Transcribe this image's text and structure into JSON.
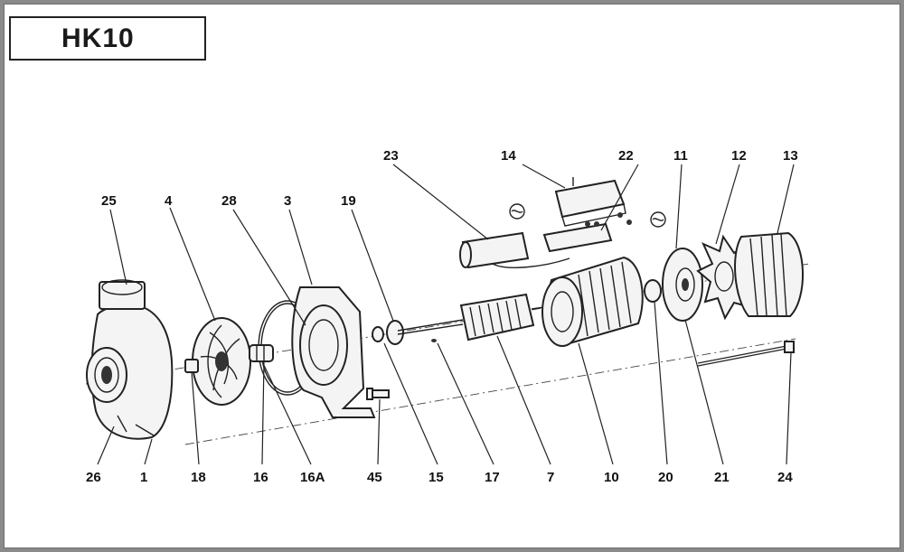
{
  "title": "HK10",
  "colors": {
    "background": "#ffffff",
    "frame": "#8a8a8a",
    "ink": "#222222"
  },
  "labels": {
    "l25": "25",
    "l4": "4",
    "l28": "28",
    "l3": "3",
    "l19": "19",
    "l23": "23",
    "l14": "14",
    "l22": "22",
    "l11": "11",
    "l12": "12",
    "l13": "13",
    "l26": "26",
    "l1": "1",
    "l18": "18",
    "l16": "16",
    "l16a": "16A",
    "l45": "45",
    "l15": "15",
    "l17": "17",
    "l7": "7",
    "l10": "10",
    "l20": "20",
    "l21": "21",
    "l24": "24"
  }
}
